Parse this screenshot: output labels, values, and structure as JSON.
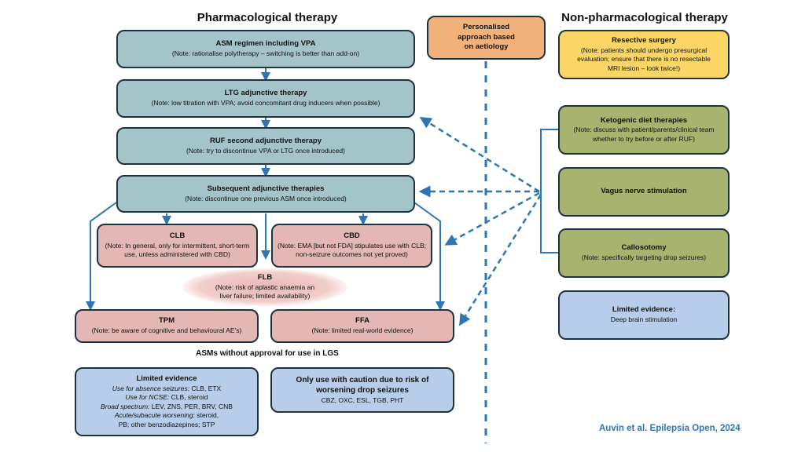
{
  "headings": {
    "pharmacological": "Pharmacological therapy",
    "non_pharmacological": "Non-pharmacological therapy",
    "unapproved": "ASMs without approval for use in LGS"
  },
  "pharma_steps": [
    {
      "title": "ASM regimen including VPA",
      "note": "(Note: rationalise polytherapy – switching is better than add-on)"
    },
    {
      "title": "LTG adjunctive therapy",
      "note": "(Note: low titration with VPA; avoid concomitant drug inducers when possible)"
    },
    {
      "title": "RUF second adjunctive therapy",
      "note": "(Note: try to discontinue VPA or LTG once introduced)"
    },
    {
      "title": "Subsequent adjunctive therapies",
      "note": "(Note: discontinue one previous ASM once introduced)"
    }
  ],
  "adjunctive_options": {
    "clb": {
      "title": "CLB",
      "note": "(Note: In general, only for intermittent, short-term use, unless administered with CBD)"
    },
    "cbd": {
      "title": "CBD",
      "note": "(Note: EMA [but not FDA] stipulates use with CLB; non-seizure outcomes not yet proved)"
    },
    "flb": {
      "title": "FLB",
      "note_line1": "(Note: risk of aplastic anaemia an",
      "note_line2": "liver failure; limited availability)"
    },
    "tpm": {
      "title": "TPM",
      "note": "(Note: be aware of cognitive and behavioural AE’s)"
    },
    "ffa": {
      "title": "FFA",
      "note": "(Note: limited real-world evidence)"
    }
  },
  "unapproved": {
    "limited": {
      "title": "Limited evidence",
      "lines": [
        {
          "label": "Use for absence seizures:",
          "value": " CLB, ETX"
        },
        {
          "label": "Use for NCSE:",
          "value": " CLB, steroid"
        },
        {
          "label": "Broad spectrum:",
          "value": " LEV, ZNS, PER, BRV, CNB"
        },
        {
          "label": "Acute/subacute worsening:",
          "value": " steroid,"
        }
      ],
      "last_line": "PB; other benzodiazepines; STP"
    },
    "caution": {
      "title_line1": "Only use with caution due to risk of",
      "title_line2": "worsening drop seizures",
      "drugs": "CBZ, OXC, ESL, TGB, PHT"
    }
  },
  "center": {
    "line1": "Personalised",
    "line2": "approach based",
    "line3": "on aetiology"
  },
  "non_pharma": {
    "resective": {
      "title": "Resective surgery",
      "note_line1": "(Note: patients should undergo presurgical",
      "note_line2": "evaluation; ensure that there is no resectable",
      "note_line3": "MRI lesion – look twice!)"
    },
    "ketogenic": {
      "title": "Ketogenic diet therapies",
      "note_line1": "(Note: discuss with patient/parents/clinical team",
      "note_line2": "whether to try before or after RUF)"
    },
    "vns": {
      "title": "Vagus nerve stimulation"
    },
    "callosotomy": {
      "title": "Callosotomy",
      "note": "(Note: specifically targeting drop seizures)"
    },
    "dbs": {
      "title": "Limited evidence:",
      "note": "Deep brain stimulation"
    }
  },
  "citation": "Auvin et al. Epilepsia Open, 2024",
  "colors": {
    "arrow": "#2e75b6",
    "teal": "#a3c5ca",
    "pink": "#e3b8b4",
    "blue": "#b8cdea",
    "olive": "#a7b36f",
    "yellow": "#fbd667",
    "orange": "#f0b27a"
  }
}
